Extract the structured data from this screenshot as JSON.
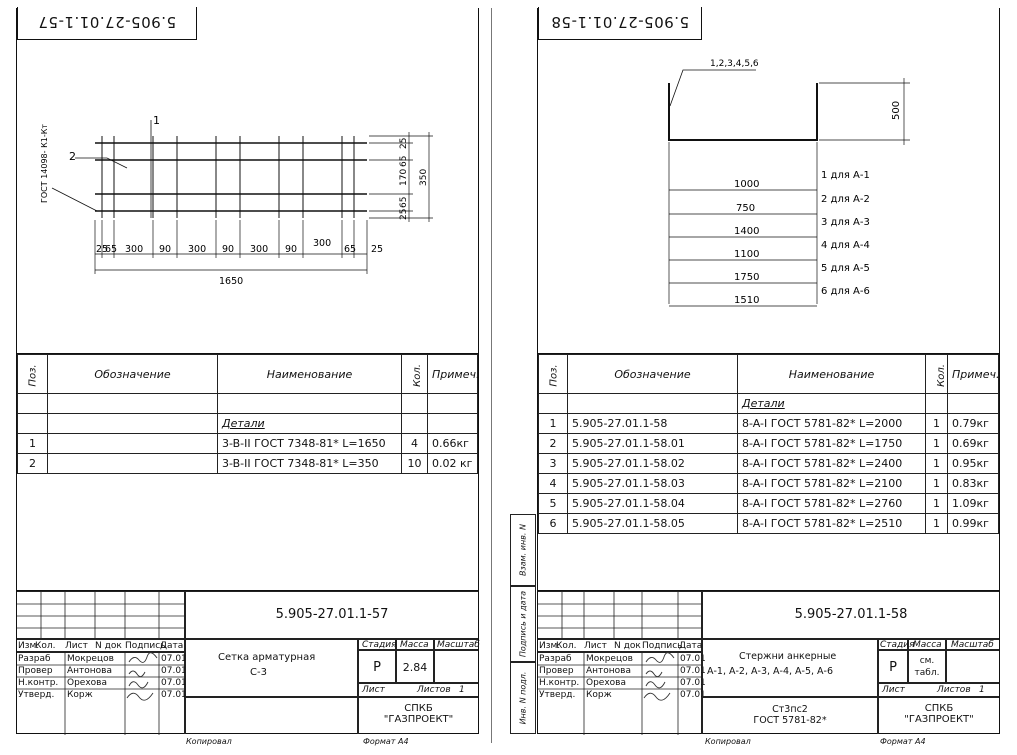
{
  "left": {
    "top_code": "5.905-27.01.1-57",
    "drawing": {
      "pos_labels": [
        "1",
        "2"
      ],
      "vertical_note": "ГОСТ 14098-  К1-Кт",
      "bottom_dims": [
        "25",
        "65",
        "300",
        "90",
        "300",
        "90",
        "300",
        "90",
        "300",
        "65",
        "25"
      ],
      "total_width": "1650",
      "right_dims": [
        "25",
        "65",
        "170",
        "65",
        "25"
      ],
      "total_height": "350"
    },
    "spec": {
      "headers": {
        "pos": "Поз.",
        "designation": "Обозначение",
        "name": "Наименование",
        "qty": "Кол.",
        "note": "Примеч."
      },
      "section": "Детали",
      "rows": [
        {
          "pos": "1",
          "designation": "",
          "name": "3-B-II  ГОСТ 7348-81* L=1650",
          "qty": "4",
          "note": "0.66кг"
        },
        {
          "pos": "2",
          "designation": "",
          "name": "3-B-II  ГОСТ 7348-81* L=350",
          "qty": "10",
          "note": "0.02 кг"
        }
      ]
    },
    "stamp": {
      "code": "5.905-27.01.1-57",
      "title_line1": "Сетка арматурная",
      "title_line2": "С-3",
      "stage_label": "Стадия",
      "mass_label": "Масса",
      "scale_label": "Масштаб",
      "stage": "Р",
      "mass": "2.84",
      "sheet_label": "Лист",
      "sheets_label": "Листов",
      "sheets": "1",
      "org_line1": "СПКБ",
      "org_line2": "\"ГАЗПРОЕКТ\"",
      "headers": [
        "Изм.",
        "Кол.",
        "Лист",
        "N док",
        "Подпись",
        "Дата"
      ],
      "people": [
        {
          "role": "Разраб",
          "name": "Мокрецов",
          "date": "07.01"
        },
        {
          "role": "Провер",
          "name": "Антонова",
          "date": "07.01"
        },
        {
          "role": "Н.контр.",
          "name": "Орехова",
          "date": "07.01"
        },
        {
          "role": "Утверд.",
          "name": "Корж",
          "date": "07.01"
        }
      ]
    },
    "footer_copied": "Копировал",
    "footer_format": "Формат А4"
  },
  "right": {
    "top_code": "5.905-27.01.1-58",
    "drawing": {
      "pos_label": "1,2,3,4,5,6",
      "height_dim": "500",
      "lengths": [
        {
          "len": "1000",
          "label": "1 для А-1"
        },
        {
          "len": "750",
          "label": "2 для А-2"
        },
        {
          "len": "1400",
          "label": "3 для А-3"
        },
        {
          "len": "1100",
          "label": "4 для А-4"
        },
        {
          "len": "1750",
          "label": "5 для А-5"
        },
        {
          "len": "1510",
          "label": "6 для А-6"
        }
      ]
    },
    "spec": {
      "headers": {
        "pos": "Поз.",
        "designation": "Обозначение",
        "name": "Наименование",
        "qty": "Кол.",
        "note": "Примеч."
      },
      "section": "Детали",
      "rows": [
        {
          "pos": "1",
          "designation": "5.905-27.01.1-58",
          "name": "8-A-I   ГОСТ 5781-82* L=2000",
          "qty": "1",
          "note": "0.79кг"
        },
        {
          "pos": "2",
          "designation": "5.905-27.01.1-58.01",
          "name": "8-A-I   ГОСТ 5781-82* L=1750",
          "qty": "1",
          "note": "0.69кг"
        },
        {
          "pos": "3",
          "designation": "5.905-27.01.1-58.02",
          "name": "8-A-I   ГОСТ 5781-82* L=2400",
          "qty": "1",
          "note": "0.95кг"
        },
        {
          "pos": "4",
          "designation": "5.905-27.01.1-58.03",
          "name": "8-A-I   ГОСТ 5781-82* L=2100",
          "qty": "1",
          "note": "0.83кг"
        },
        {
          "pos": "5",
          "designation": "5.905-27.01.1-58.04",
          "name": "8-A-I   ГОСТ 5781-82* L=2760",
          "qty": "1",
          "note": "1.09кг"
        },
        {
          "pos": "6",
          "designation": "5.905-27.01.1-58.05",
          "name": "8-A-I   ГОСТ 5781-82* L=2510",
          "qty": "1",
          "note": "0.99кг"
        }
      ]
    },
    "stamp": {
      "code": "5.905-27.01.1-58",
      "title_line1": "Стержни анкерные",
      "title_line2": "А-1, А-2, А-3, А-4, А-5, А-6",
      "material_line1": "Ст3пс2",
      "material_line2": "ГОСТ 5781-82*",
      "stage_label": "Стадия",
      "mass_label": "Масса",
      "scale_label": "Масштаб",
      "stage": "Р",
      "mass": "см. табл.",
      "sheet_label": "Лист",
      "sheets_label": "Листов",
      "sheets": "1",
      "org_line1": "СПКБ",
      "org_line2": "\"ГАЗПРОЕКТ\"",
      "headers": [
        "Изм.",
        "Кол.",
        "Лист",
        "N док",
        "Подпись",
        "Дата"
      ],
      "people": [
        {
          "role": "Разраб",
          "name": "Мокрецов",
          "date": "07.01"
        },
        {
          "role": "Провер",
          "name": "Антонова",
          "date": "07.01"
        },
        {
          "role": "Н.контр.",
          "name": "Орехова",
          "date": "07.01"
        },
        {
          "role": "Утверд.",
          "name": "Корж",
          "date": "07.01"
        }
      ]
    },
    "side_labels": [
      "Инв. N подл.",
      "Подпись и дата",
      "Взам. инв. N"
    ],
    "footer_copied": "Копировал",
    "footer_format": "Формат А4"
  }
}
